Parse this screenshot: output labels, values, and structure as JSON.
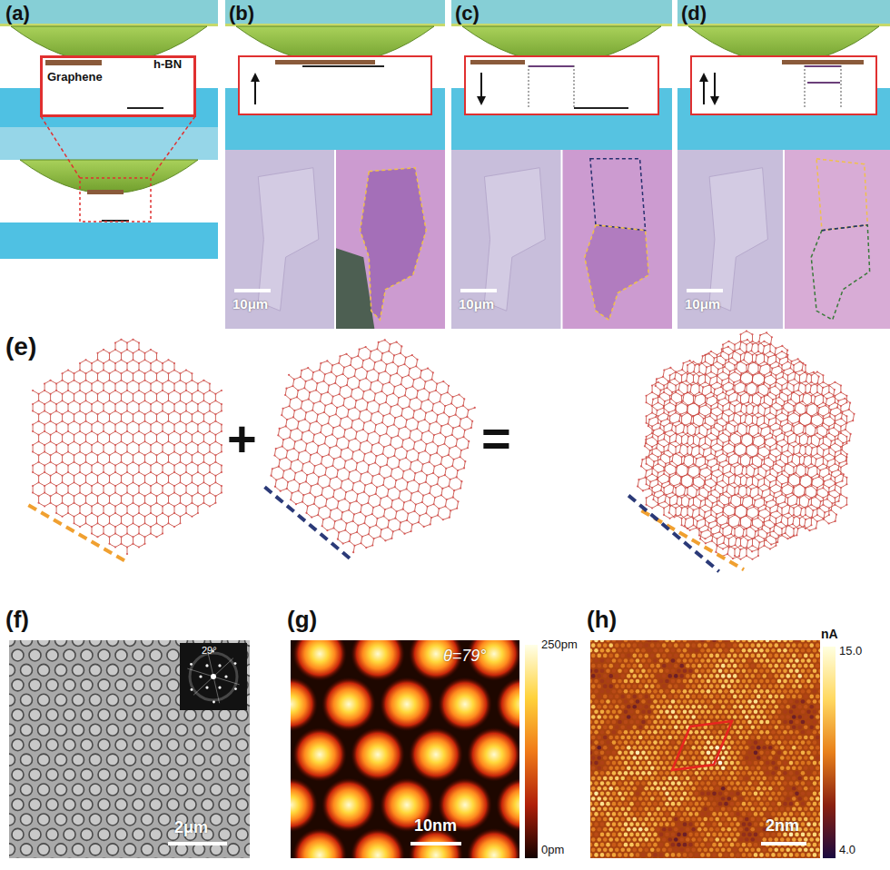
{
  "diagram": {
    "nodes": [
      {
        "text": [
          "Graphene",
          "h-BN"
        ]
      }
    ],
    "labels": [
      "(a)",
      "(b)",
      "(c)",
      "(d)",
      "10μm",
      "10μm",
      "10μm",
      "(e)",
      "+",
      "=",
      "(f)",
      "29°",
      "2μm",
      "(g)",
      "θ=79°",
      "10nm",
      "250pm",
      "0pm",
      "(h)",
      "nA",
      "15.0",
      "4.0",
      "2nm"
    ]
  }
}
